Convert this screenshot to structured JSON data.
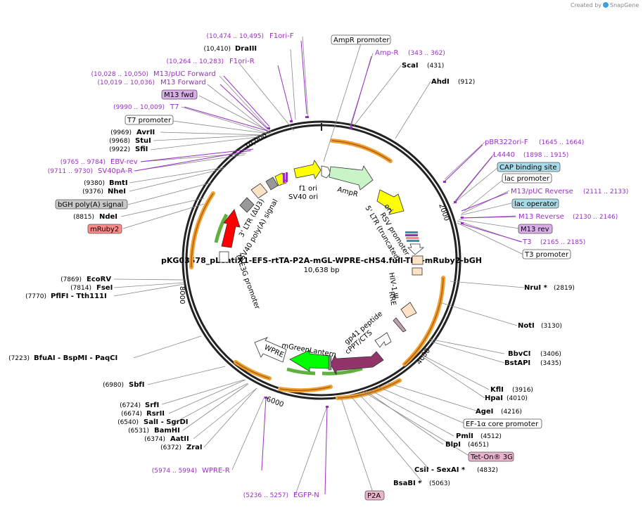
{
  "plasmid": {
    "name": "pKG03578_pLentiX1-EFS-rtTA-P2A-mGL-WPRE-cHS4.full-TRE-mRuby2-bGH",
    "length": "10,638 bp"
  },
  "credit": {
    "text": "Created by",
    "brand": "SnapGene",
    "logo_icon": "snapgene-logo-icon"
  },
  "ticks": [
    "2000",
    "4000",
    "6000",
    "8000",
    "10,000"
  ],
  "sites": [
    {
      "name": "DraIII",
      "pos": "(10,410)"
    },
    {
      "name": "ScaI",
      "pos": "(431)"
    },
    {
      "name": "AhdI",
      "pos": "(912)"
    },
    {
      "name": "AvrII",
      "pos": "(9969)"
    },
    {
      "name": "StuI",
      "pos": "(9968)"
    },
    {
      "name": "SfiI",
      "pos": "(9922)"
    },
    {
      "name": "BmtI",
      "pos": "(9380)"
    },
    {
      "name": "NheI",
      "pos": "(9376)"
    },
    {
      "name": "NdeI",
      "pos": "(8815)"
    },
    {
      "name": "EcoRV",
      "pos": "(7869)"
    },
    {
      "name": "FseI",
      "pos": "(7814)"
    },
    {
      "name": "PflFI - Tth111I",
      "pos": "(7770)"
    },
    {
      "name": "BfuAI - BspMI - PaqCI",
      "pos": "(7223)"
    },
    {
      "name": "SbfI",
      "pos": "(6980)"
    },
    {
      "name": "SrfI",
      "pos": "(6724)"
    },
    {
      "name": "RsrII",
      "pos": "(6674)"
    },
    {
      "name": "SalI - SgrDI",
      "pos": "(6540)"
    },
    {
      "name": "BamHI",
      "pos": "(6531)"
    },
    {
      "name": "AatII",
      "pos": "(6374)"
    },
    {
      "name": "ZraI",
      "pos": "(6372)"
    },
    {
      "name": "NruI *",
      "pos": "(2819)"
    },
    {
      "name": "NotI",
      "pos": "(3130)"
    },
    {
      "name": "BbvCI",
      "pos": "(3406)"
    },
    {
      "name": "BstAPI",
      "pos": "(3435)"
    },
    {
      "name": "KflI",
      "pos": "(3916)"
    },
    {
      "name": "HpaI",
      "pos": "(4010)"
    },
    {
      "name": "AgeI",
      "pos": "(4216)"
    },
    {
      "name": "PmlI",
      "pos": "(4512)"
    },
    {
      "name": "BlpI",
      "pos": "(4651)"
    },
    {
      "name": "CsiI - SexAI *",
      "pos": "(4832)"
    },
    {
      "name": "BsaBI *",
      "pos": "(5063)"
    }
  ],
  "primers": [
    {
      "name": "F1ori-F",
      "range": "(10,474 .. 10,495)"
    },
    {
      "name": "F1ori-R",
      "range": "(10,264 .. 10,283)"
    },
    {
      "name": "M13/pUC Forward",
      "range": "(10,028 .. 10,050)"
    },
    {
      "name": "M13 Forward",
      "range": "(10,019 .. 10,036)"
    },
    {
      "name": "T7",
      "range": "(9990 .. 10,009)"
    },
    {
      "name": "EBV-rev",
      "range": "(9765 .. 9784)"
    },
    {
      "name": "SV40pA-R",
      "range": "(9711 .. 9730)"
    },
    {
      "name": "Amp-R",
      "range": "(343 .. 362)"
    },
    {
      "name": "pBR322ori-F",
      "range": "(1645 .. 1664)"
    },
    {
      "name": "L4440",
      "range": "(1898 .. 1915)"
    },
    {
      "name": "M13/pUC Reverse",
      "range": "(2111 .. 2133)"
    },
    {
      "name": "M13 Reverse",
      "range": "(2130 .. 2146)"
    },
    {
      "name": "T3",
      "range": "(2165 .. 2185)"
    },
    {
      "name": "WPRE-R",
      "range": "(5974 .. 5994)"
    },
    {
      "name": "EGFP-N",
      "range": "(5236 .. 5257)"
    }
  ],
  "boxed": [
    {
      "name": "AmpR promoter",
      "kind": "promoter"
    },
    {
      "name": "M13 fwd",
      "kind": "purple"
    },
    {
      "name": "T7 promoter",
      "kind": "promoter"
    },
    {
      "name": "bGH poly(A) signal",
      "kind": "grey"
    },
    {
      "name": "mRuby2",
      "kind": "red"
    },
    {
      "name": "CAP binding site",
      "kind": "blue"
    },
    {
      "name": "lac promoter",
      "kind": "promoter"
    },
    {
      "name": "lac operator",
      "kind": "blue"
    },
    {
      "name": "M13 rev",
      "kind": "purple"
    },
    {
      "name": "T3 promoter",
      "kind": "promoter"
    },
    {
      "name": "EF-1α core promoter",
      "kind": "promoter"
    },
    {
      "name": "Tet-On® 3G",
      "kind": "pink"
    },
    {
      "name": "P2A",
      "kind": "pink"
    }
  ],
  "features": {
    "f1ori": "f1 ori",
    "sv40ori": "SV40 ori",
    "ampr": "AmpR",
    "ori": "ori",
    "rsv": "RSV promoter",
    "ltr5": "5' LTR (truncated)",
    "psi": "HIV-1 Ψ",
    "rre": "RRE",
    "gp41": "gp41 peptide",
    "cppt": "cPPT/CTS",
    "mgl": "mGreenLantern",
    "wpre": "WPRE",
    "tre": "TRE3G promoter",
    "ltr3": "3' LTR (ΔU3)",
    "sv40pa": "SV40 poly(A) signal"
  },
  "colors": {
    "backbone": "#222222",
    "primer": "#9a2ec4",
    "f1ori": "#808080",
    "ampr": "#c8f4c8",
    "ori": "#ffff00",
    "mgl": "#00ff00",
    "tetOn": "#92346a",
    "mruby2": "#ff0000",
    "orange": "#f0a030"
  }
}
